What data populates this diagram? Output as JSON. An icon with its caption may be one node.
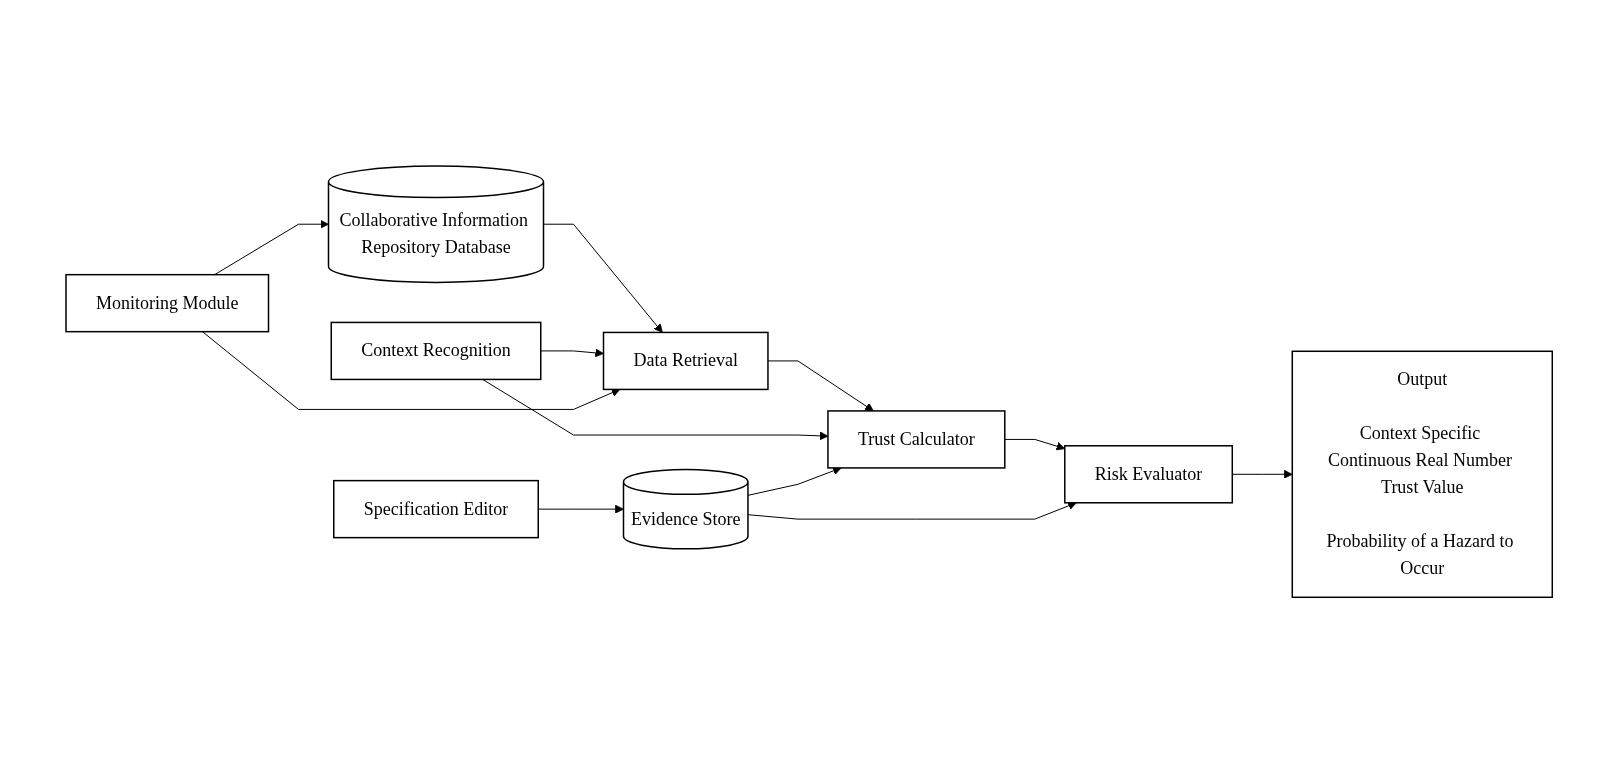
{
  "diagram": {
    "nodes": [
      {
        "text": [
          "Trust Calculator"
        ]
      },
      {
        "text": [
          "Risk Evaluator"
        ]
      },
      {
        "text": [
          "Output",
          "Context Specific Continuous Real Number Trust Value",
          "Probability of a Hazard to Occur"
        ]
      },
      {
        "text": [
          "Collaborative Information Repository Database"
        ]
      },
      {
        "text": [
          "Data Retrieval"
        ]
      },
      {
        "text": [
          "Context Recognition"
        ]
      },
      {
        "text": [
          "Specification Editor"
        ]
      },
      {
        "text": [
          "Evidence Store"
        ]
      },
      {
        "text": [
          "Monitoring Module"
        ]
      }
    ],
    "edges": [
      {
        "from": 4,
        "to": 0,
        "arrow": "to"
      },
      {
        "from": 0,
        "to": 1,
        "arrow": "to"
      },
      {
        "from": 1,
        "to": 2,
        "arrow": "to"
      },
      {
        "from": 3,
        "to": 4,
        "arrow": "to"
      },
      {
        "from": 5,
        "to": 4,
        "arrow": "to"
      },
      {
        "from": 5,
        "to": 0,
        "arrow": "to"
      },
      {
        "from": 7,
        "to": 0,
        "arrow": "to"
      },
      {
        "from": 7,
        "to": 1,
        "arrow": "to"
      },
      {
        "from": 8,
        "to": 3,
        "arrow": "to"
      },
      {
        "from": 8,
        "to": 4,
        "arrow": "to"
      },
      {
        "from": 6,
        "to": 7,
        "arrow": "to"
      }
    ]
  }
}
